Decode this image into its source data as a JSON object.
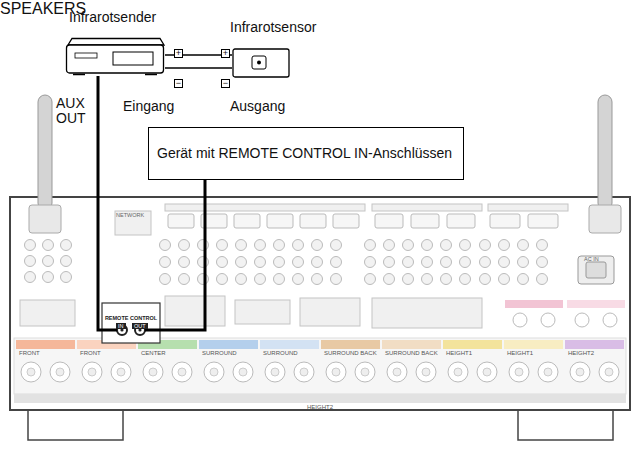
{
  "diagram": {
    "nodes": [
      {
        "text": [
          "Infrarotsender"
        ]
      },
      {
        "text": [
          "Infrarotsensor"
        ]
      },
      {
        "text": [
          "Gerät mit REMOTE CONTROL IN-Anschlüssen"
        ]
      }
    ],
    "edges": [
      {
        "from": 1,
        "to": 0,
        "arrow": "none"
      },
      {
        "from": 1,
        "to": 0,
        "arrow": "none"
      }
    ],
    "labels": [
      "+",
      "−",
      "+",
      "−",
      "AUX OUT",
      "Eingang",
      "Ausgang",
      "NETWORK",
      "AC IN",
      "REMOTE CONTROL",
      "IN",
      "OUT",
      "FRONT",
      "FRONT",
      "CENTER",
      "SURROUND",
      "SURROUND",
      "SURROUND BACK",
      "SURROUND BACK",
      "HEIGHT1",
      "HEIGHT1",
      "HEIGHT2",
      "HEIGHT2",
      "SPEAKERS"
    ]
  }
}
